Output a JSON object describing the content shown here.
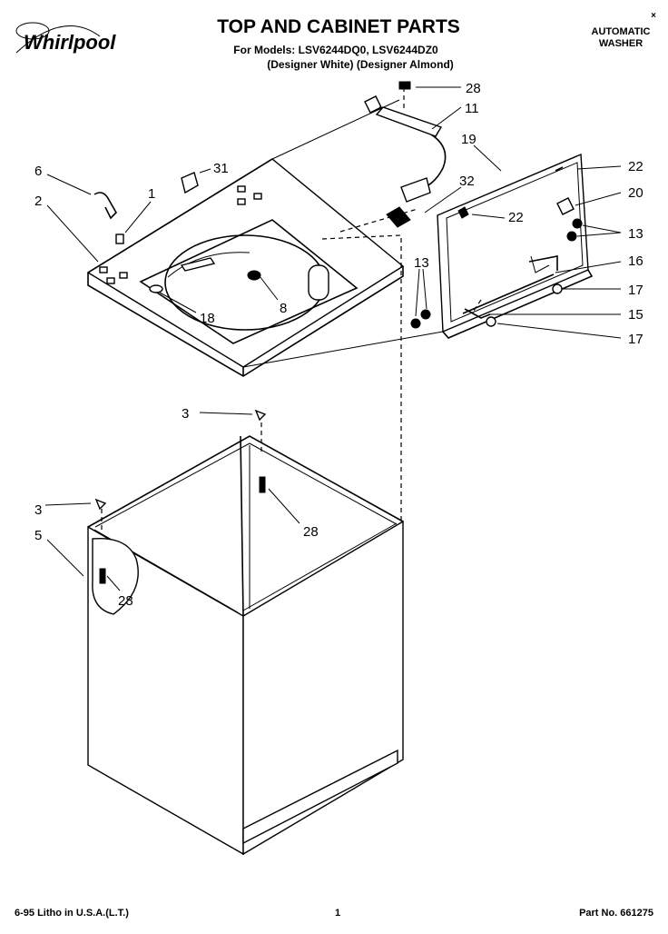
{
  "brand": "Whirlpool",
  "title": "TOP AND CABINET PARTS",
  "models_line": "For Models: LSV6244DQ0, LSV6244DZ0",
  "variants_line": "(Designer White) (Designer Almond)",
  "corner_mark": "×",
  "appliance_type_line1": "AUTOMATIC",
  "appliance_type_line2": "WASHER",
  "callouts": {
    "c28a": "28",
    "c11": "11",
    "c19": "19",
    "c6": "6",
    "c31": "31",
    "c1": "1",
    "c2": "2",
    "c32": "32",
    "c22a": "22",
    "c20": "20",
    "c22b": "22",
    "c13a": "13",
    "c13b": "13",
    "c16": "16",
    "c17a": "17",
    "c15": "15",
    "c17b": "17",
    "c18": "18",
    "c8": "8",
    "c3a": "3",
    "c3b": "3",
    "c28b": "28",
    "c5": "5",
    "c28c": "28"
  },
  "footer": {
    "litho": "6-95 Litho in U.S.A.(L.T.)",
    "page": "1",
    "part_no": "Part No. 661275"
  }
}
